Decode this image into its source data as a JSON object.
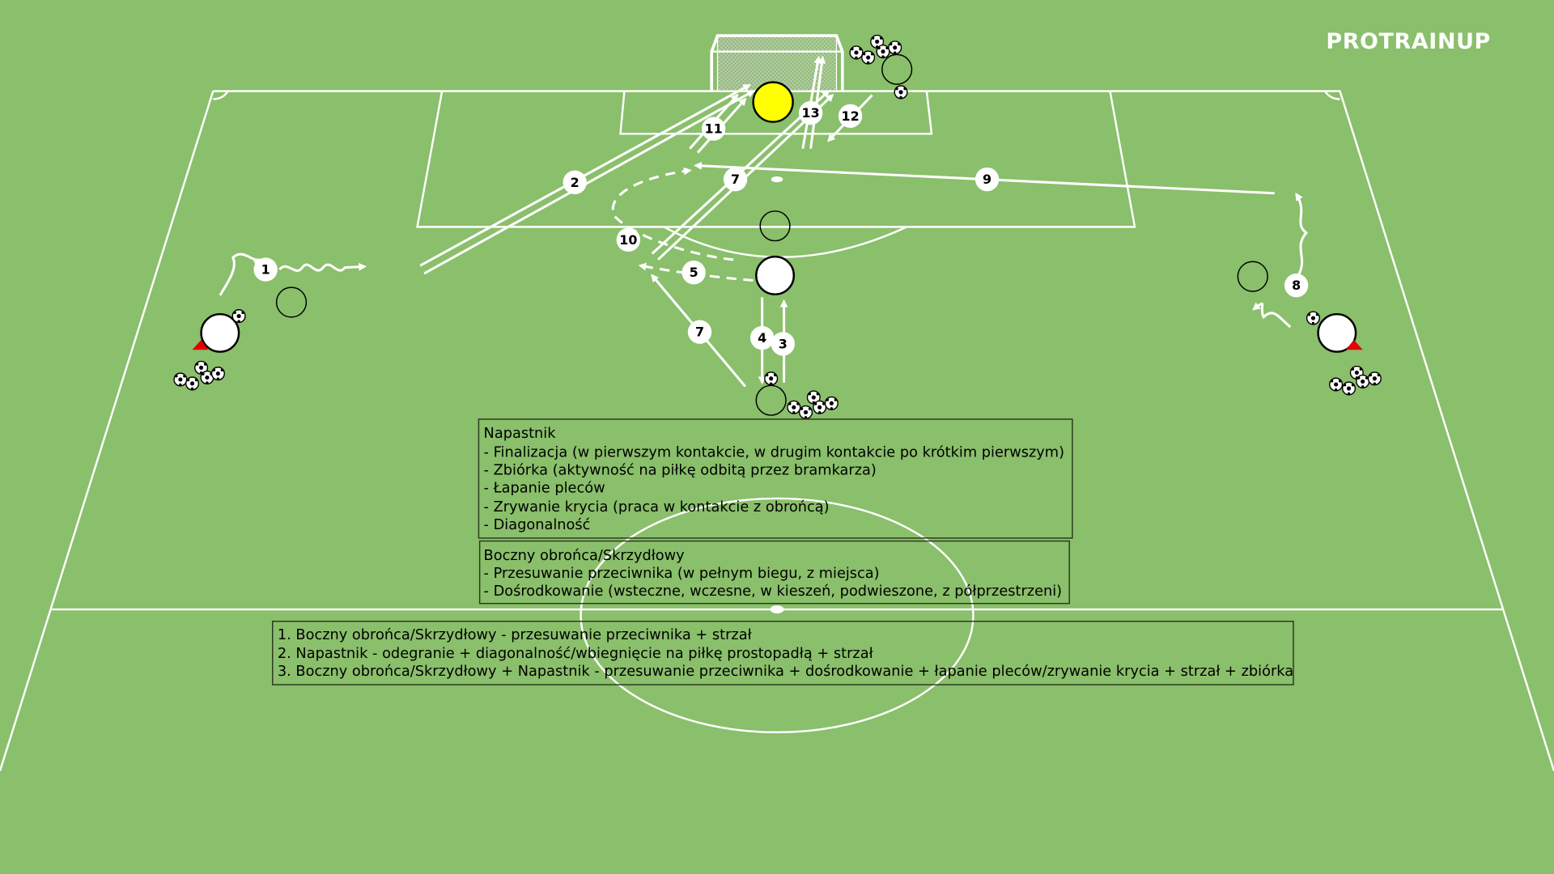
{
  "logo": "PROTRAINUP",
  "colors": {
    "pitch": "#8abf6b",
    "goalkeeper": "#ffff00",
    "player": "#ffffff",
    "cone": "#e00000"
  },
  "badges": [
    "1",
    "2",
    "3",
    "4",
    "5",
    "7",
    "7",
    "8",
    "9",
    "10",
    "11",
    "12",
    "13"
  ],
  "box_napastnik": {
    "title": "Napastnik",
    "lines": [
      "- Finalizacja (w pierwszym kontakcie, w drugim kontakcie po krótkim pierwszym)",
      "- Zbiórka (aktywność na piłkę odbitą przez bramkarza)",
      "- Łapanie pleców",
      "- Zrywanie krycia (praca w kontakcie z obrońcą)",
      "- Diagonalność"
    ]
  },
  "box_boczny": {
    "title": "Boczny obrońca/Skrzydłowy",
    "lines": [
      "- Przesuwanie przeciwnika (w pełnym biegu, z miejsca)",
      "- Dośrodkowanie (wsteczne, wczesne, w kieszeń, podwieszone, z półprzestrzeni)"
    ]
  },
  "box_steps": {
    "lines": [
      "1. Boczny obrońca/Skrzydłowy - przesuwanie przeciwnika + strzał",
      "2. Napastnik - odegranie + diagonalność/wbiegnięcie na piłkę prostopadłą + strzał",
      "3. Boczny obrońca/Skrzydłowy + Napastnik - przesuwanie przeciwnika + dośrodkowanie + łapanie pleców/zrywanie krycia + strzał + zbiórka"
    ]
  }
}
